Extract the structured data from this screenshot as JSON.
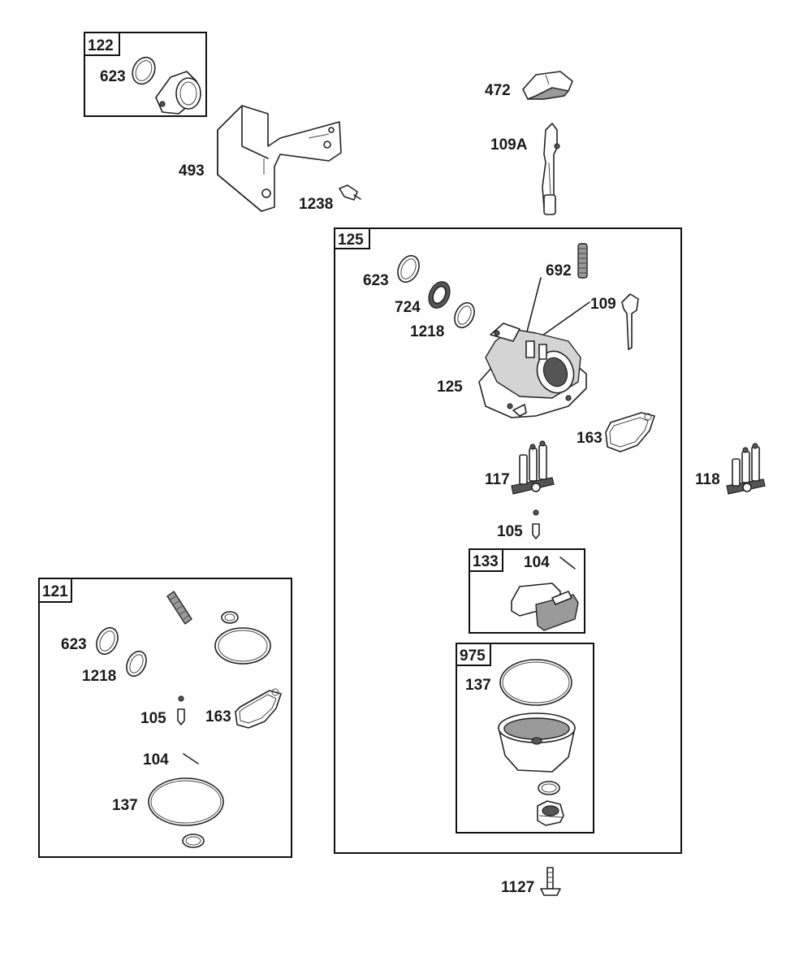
{
  "kits": {
    "k122": "122",
    "k125": "125",
    "k121": "121",
    "k133": "133",
    "k975": "975"
  },
  "labels": {
    "l623_a": "623",
    "l472": "472",
    "l109a": "109A",
    "l493": "493",
    "l1238": "1238",
    "l623_b": "623",
    "l692": "692",
    "l724": "724",
    "l109": "109",
    "l1218_b": "1218",
    "l125": "125",
    "l163_b": "163",
    "l117": "117",
    "l118": "118",
    "l105_b": "105",
    "l104_b": "104",
    "l137_b": "137",
    "l1127": "1127",
    "l623_c": "623",
    "l1218_c": "1218",
    "l105_c": "105",
    "l163_c": "163",
    "l104_c": "104",
    "l137_c": "137"
  }
}
